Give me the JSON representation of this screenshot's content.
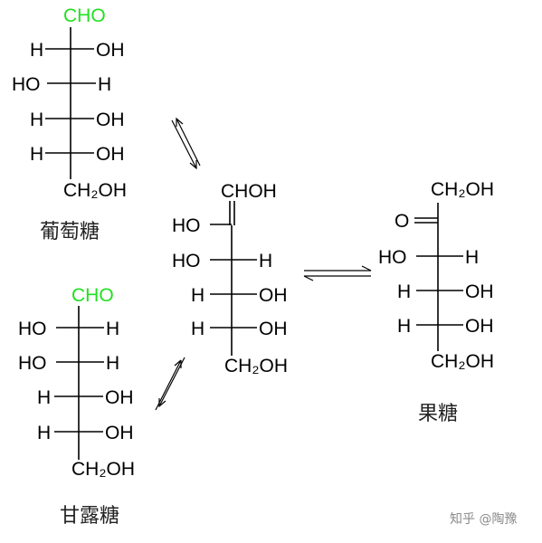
{
  "colors": {
    "aldehyde": "#22e022",
    "text": "#000000"
  },
  "glucose": {
    "c1": "CHO",
    "c2_left": "H",
    "c2_right": "OH",
    "c3_left": "HO",
    "c3_right": "H",
    "c4_left": "H",
    "c4_right": "OH",
    "c5_left": "H",
    "c5_right": "OH",
    "c6": "CH₂OH",
    "name": "葡萄糖"
  },
  "enediol": {
    "c1": "CHOH",
    "c2_left": "HO",
    "c3_left": "HO",
    "c3_right": "H",
    "c4_left": "H",
    "c4_right": "OH",
    "c5_left": "H",
    "c5_right": "OH",
    "c6": "CH₂OH"
  },
  "fructose": {
    "c1": "CH₂OH",
    "c2_left": "O",
    "c3_left": "HO",
    "c3_right": "H",
    "c4_left": "H",
    "c4_right": "OH",
    "c5_left": "H",
    "c5_right": "OH",
    "c6": "CH₂OH",
    "name": "果糖"
  },
  "mannose": {
    "c1": "CHO",
    "c2_left": "HO",
    "c2_right": "H",
    "c3_left": "HO",
    "c3_right": "H",
    "c4_left": "H",
    "c4_right": "OH",
    "c5_left": "H",
    "c5_right": "OH",
    "c6": "CH₂OH",
    "name": "甘露糖"
  },
  "watermark": "知乎 @陶豫"
}
